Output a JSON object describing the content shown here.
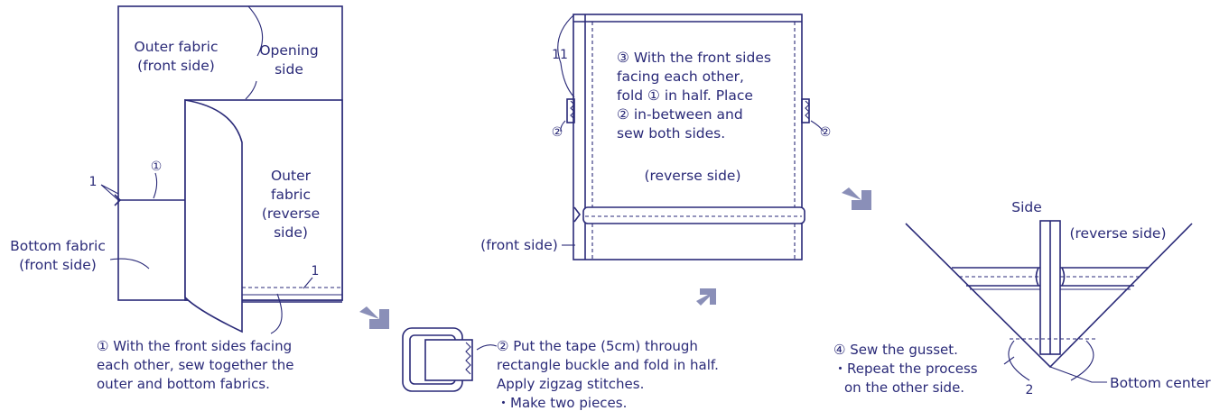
{
  "step1": {
    "outer_front_1": "Outer fabric",
    "outer_front_2": "(front side)",
    "opening_1": "Opening",
    "opening_2": "side",
    "outer_rev_1": "Outer",
    "outer_rev_2": "fabric",
    "outer_rev_3": "(reverse",
    "outer_rev_4": "side)",
    "bottom_1": "Bottom fabric",
    "bottom_2": "(front side)",
    "marker": "①",
    "dim_left": "1",
    "dim_bottom": "1",
    "caption": [
      "① With the front sides facing",
      "each other, sew together the",
      "outer and bottom fabrics."
    ]
  },
  "step2": {
    "caption": [
      "② Put the tape (5cm) through",
      "rectangle buckle and fold in half.",
      "Apply zigzag stitches.",
      "・Make two pieces."
    ]
  },
  "step3": {
    "dim": "11",
    "marker_left": "②",
    "marker_right": "②",
    "reverse": "(reverse side)",
    "front": "(front side)",
    "text": [
      "③ With the front sides",
      "facing each other,",
      "fold ① in half. Place",
      "② in-between and",
      "sew both sides."
    ]
  },
  "step4": {
    "side": "Side",
    "reverse": "(reverse side)",
    "dim": "2",
    "bottom_center": "Bottom center",
    "caption": [
      "④ Sew the gusset.",
      "・Repeat the process",
      "on the other side."
    ]
  },
  "colors": {
    "ink": "#2a2a78",
    "arrow": "#8a8fb8",
    "background": "#ffffff"
  }
}
